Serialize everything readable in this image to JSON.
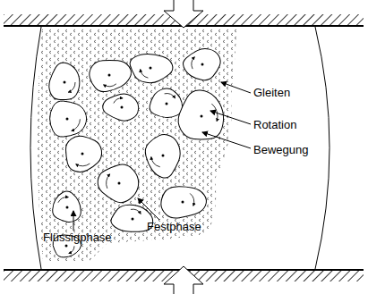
{
  "diagram": {
    "labels": [
      "Gleiten",
      "Rotation",
      "Bewegung",
      "Festphase",
      "Flüssigphase"
    ]
  }
}
